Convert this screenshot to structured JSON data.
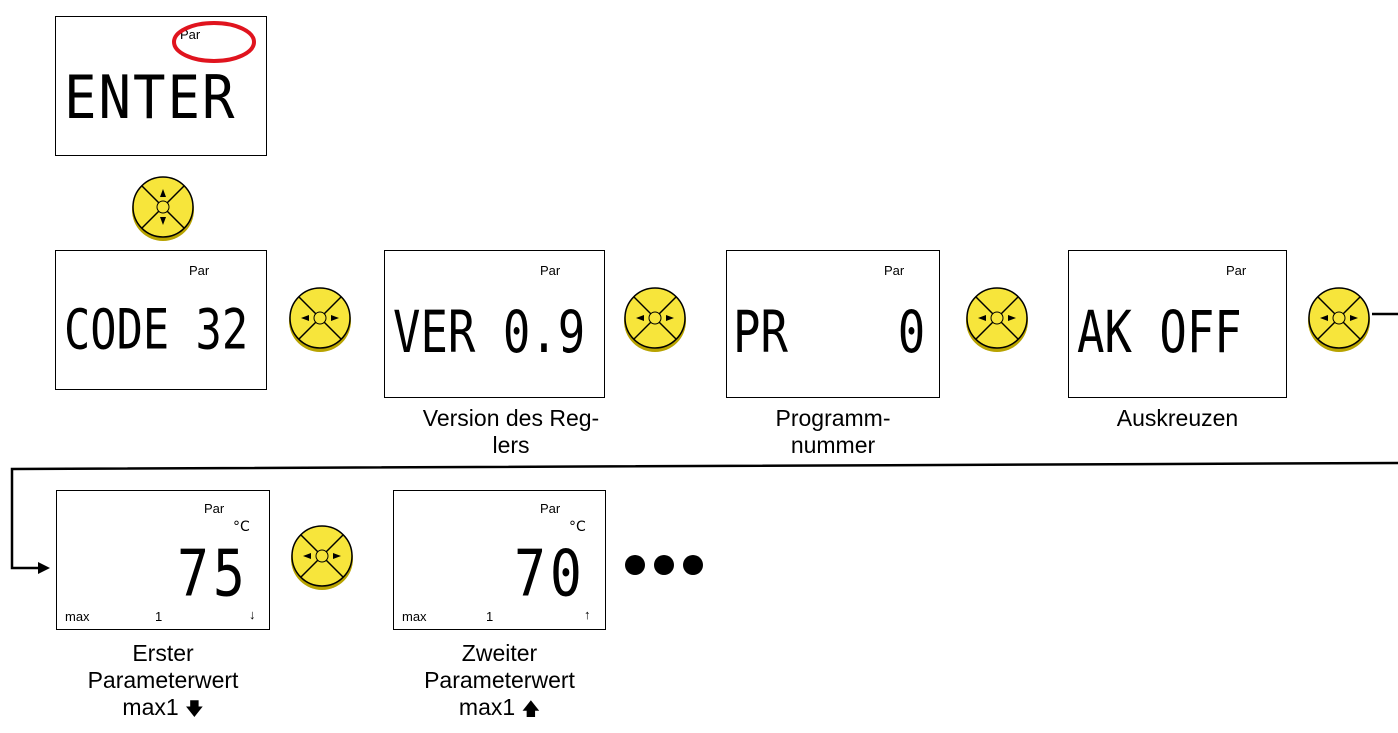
{
  "screens": {
    "enter": {
      "label": "Par",
      "text": "ENTER"
    },
    "code": {
      "label": "Par",
      "text": "CODE 32"
    },
    "version": {
      "label": "Par",
      "text": "VER 0.9"
    },
    "program": {
      "label": "Par",
      "text": "PR    0"
    },
    "auskreuzen": {
      "label": "Par",
      "text": "AK OFF"
    },
    "param1": {
      "label": "Par",
      "unit": "°C",
      "value": "75",
      "mode": "max",
      "index": "1",
      "arrow": "↓"
    },
    "param2": {
      "label": "Par",
      "unit": "°C",
      "value": "70",
      "mode": "max",
      "index": "1",
      "arrow": "↑"
    }
  },
  "captions": {
    "version_line1": "Version des Reg-",
    "version_line2": "lers",
    "program_line1": "Programm-",
    "program_line2": "nummer",
    "auskreuzen": "Auskreuzen",
    "param1_line1": "Erster",
    "param1_line2": "Parameterwert",
    "param1_line3": "max1 ",
    "param1_arrow": "🡇",
    "param2_line1": "Zweiter",
    "param2_line2": "Parameterwert",
    "param2_line3": "max1 ",
    "param2_arrow": "🡅"
  },
  "colors": {
    "button_fill": "#f7e53b",
    "button_stroke": "#000000",
    "highlight": "#e0141e"
  },
  "icons": {
    "nav_button_updown": "up-down-arrows",
    "nav_button_leftright": "left-right-arrows",
    "ellipsis": "three-dots"
  }
}
